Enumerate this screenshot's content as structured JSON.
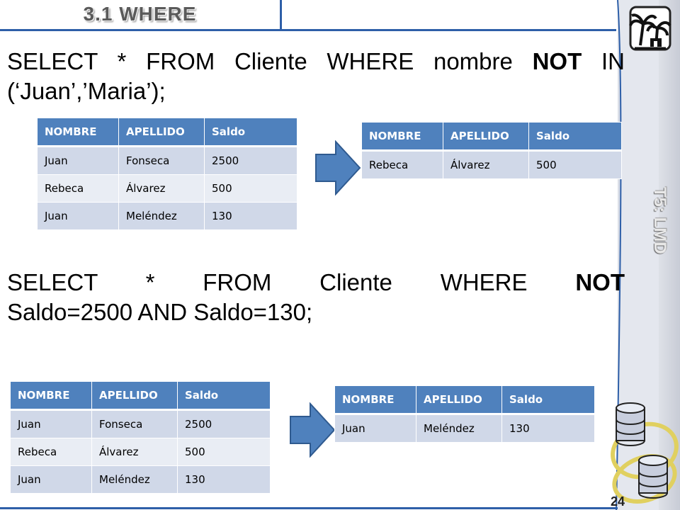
{
  "header": {
    "title": "3.1 WHERE"
  },
  "side": {
    "label": "T5: LMD",
    "page_number": "24"
  },
  "query1": {
    "line1_pre": "SELECT * FROM Cliente WHERE nombre ",
    "line1_kw": "NOT",
    "line1_post": " IN",
    "line2": "(‘Juan’,’Maria’);"
  },
  "query2": {
    "line1_pre": "SELECT * FROM Cliente WHERE ",
    "line1_kw": "NOT",
    "line2": "Saldo=2500 AND Saldo=130;"
  },
  "tables": {
    "columns": [
      "NOMBRE",
      "APELLIDO",
      "Saldo"
    ],
    "source": [
      [
        "Juan",
        "Fonseca",
        "2500"
      ],
      [
        "Rebeca",
        "Álvarez",
        "500"
      ],
      [
        "Juan",
        "Meléndez",
        "130"
      ]
    ],
    "result1": [
      [
        "Rebeca",
        "Álvarez",
        "500"
      ]
    ],
    "result2": [
      [
        "Juan",
        "Meléndez",
        "130"
      ]
    ]
  },
  "colors": {
    "header_fill": "#4f81bd",
    "row_odd": "#d0d8e8",
    "row_even": "#e9edf4",
    "accent_line": "#2e5fa8"
  }
}
